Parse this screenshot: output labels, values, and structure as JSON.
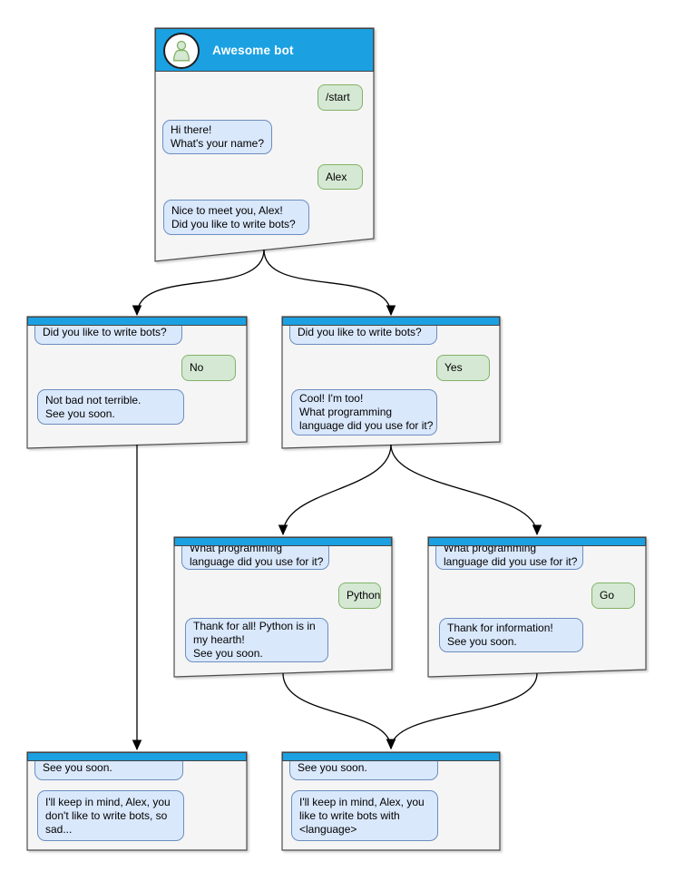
{
  "colors": {
    "header_blue": "#1BA1E2",
    "bot_bubble_fill": "#DAE8FC",
    "bot_bubble_border": "#6C8EBF",
    "user_bubble_fill": "#D5E8D4",
    "user_bubble_border": "#82B366",
    "window_fill": "#F5F5F5",
    "window_border": "#4D4D4D",
    "arrow_color": "#000000"
  },
  "windows": {
    "main": {
      "title": "Awesome bot",
      "avatar": "person-icon",
      "messages": [
        {
          "from": "user",
          "text": "/start"
        },
        {
          "from": "bot",
          "text": "Hi there!\nWhat's your name?"
        },
        {
          "from": "user",
          "text": "Alex"
        },
        {
          "from": "bot",
          "text": "Nice to meet you, Alex!\nDid you like to write bots?"
        }
      ]
    },
    "no_branch": {
      "messages": [
        {
          "from": "bot",
          "text": "Did you like to write bots?"
        },
        {
          "from": "user",
          "text": "No"
        },
        {
          "from": "bot",
          "text": "Not bad not terrible.\nSee you soon."
        }
      ]
    },
    "yes_branch": {
      "messages": [
        {
          "from": "bot",
          "text": "Did you like to write bots?"
        },
        {
          "from": "user",
          "text": "Yes"
        },
        {
          "from": "bot",
          "text": "Cool! I'm too!\nWhat programming\nlanguage did you use for it?"
        }
      ]
    },
    "python_branch": {
      "messages": [
        {
          "from": "bot",
          "text": "What programming\nlanguage did you use for it?"
        },
        {
          "from": "user",
          "text": "Python"
        },
        {
          "from": "bot",
          "text": "Thank for all! Python is in\nmy hearth!\nSee you soon."
        }
      ]
    },
    "go_branch": {
      "messages": [
        {
          "from": "bot",
          "text": "What programming\nlanguage did you use for it?"
        },
        {
          "from": "user",
          "text": "Go"
        },
        {
          "from": "bot",
          "text": "Thank for information!\nSee you soon."
        }
      ]
    },
    "end_no": {
      "messages": [
        {
          "from": "bot",
          "text": "See you soon."
        },
        {
          "from": "bot",
          "text": "I'll keep in mind, Alex, you\ndon't like to write bots, so\nsad..."
        }
      ]
    },
    "end_yes": {
      "messages": [
        {
          "from": "bot",
          "text": "See you soon."
        },
        {
          "from": "bot",
          "text": "I'll keep in mind, Alex, you\nlike to write bots with\n<language>"
        }
      ]
    }
  },
  "edges": [
    {
      "from": "main",
      "to": "no_branch"
    },
    {
      "from": "main",
      "to": "yes_branch"
    },
    {
      "from": "no_branch",
      "to": "end_no"
    },
    {
      "from": "yes_branch",
      "to": "python_branch"
    },
    {
      "from": "yes_branch",
      "to": "go_branch"
    },
    {
      "from": "python_branch",
      "to": "end_yes"
    },
    {
      "from": "go_branch",
      "to": "end_yes"
    }
  ]
}
